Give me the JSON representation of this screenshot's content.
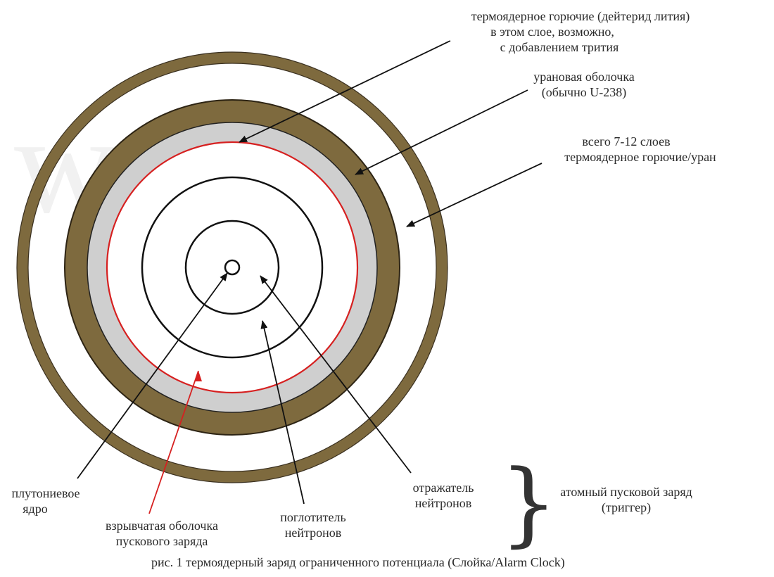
{
  "diagram": {
    "labels": {
      "fuel": [
        "термоядерное горючие (дейтерид лития)",
        "в этом слое, возможно,",
        "с добавлением трития"
      ],
      "uranium_shell": [
        "урановая оболочка",
        "(обычно U-238)"
      ],
      "layers": [
        "всего 7-12 слоев",
        "термоядерное горючие/уран"
      ],
      "plutonium_core": [
        "плутониевое",
        "ядро"
      ],
      "explosive_shell": [
        "взрывчатая оболочка",
        "пускового заряда"
      ],
      "neutron_absorber": [
        "поглотитель",
        "нейтронов"
      ],
      "neutron_reflector": [
        "отражатель",
        "нейтронов"
      ],
      "trigger": [
        "атомный пусковой заряд",
        "(триггер)"
      ]
    },
    "brace_symbol": "}",
    "caption": "рис. 1 термоядерный заряд ограниченного потенциала (Слойка/Alarm Clock)",
    "colors": {
      "brown_ring": "#7e6a3e",
      "gray_ring": "#cfcfcf",
      "red_line": "#d62020",
      "line": "#111111"
    }
  }
}
